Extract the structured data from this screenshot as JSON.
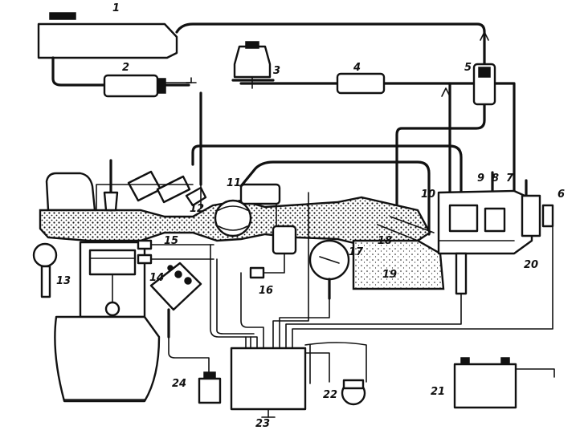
{
  "diagram": {
    "line_color": "#111111",
    "background": "#ffffff",
    "labels": [
      "1",
      "2",
      "3",
      "4",
      "5",
      "6",
      "7",
      "8",
      "9",
      "10",
      "11",
      "12",
      "13",
      "14",
      "15",
      "16",
      "17",
      "18",
      "19",
      "20",
      "21",
      "22",
      "23",
      "24"
    ]
  }
}
